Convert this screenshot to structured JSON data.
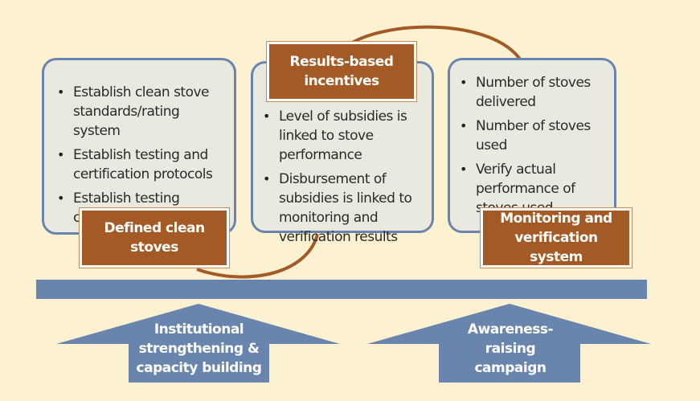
{
  "colors": {
    "background": "#fcf2d2",
    "panel_fill": "#eae9df",
    "panel_border": "#6a85ad",
    "label_fill": "#a45a24",
    "connector": "#a45a24",
    "platform": "#6a85ad",
    "arrow": "#6a85ad"
  },
  "left_panel": {
    "items": [
      "Establish clean stove standards/rating system",
      "Establish testing and certification protocols",
      "Establish testing centers"
    ],
    "label": "Defined clean stoves"
  },
  "center_panel": {
    "label": "Results-based incentives",
    "items": [
      "Level of subsidies is linked to stove performance",
      "Disbursement of subsidies is linked to monitoring and verification results"
    ]
  },
  "right_panel": {
    "items": [
      "Number of stoves delivered",
      "Number of stoves used",
      "Verify actual performance of stoves used"
    ],
    "label": "Monitoring and verification system"
  },
  "arrows": {
    "left": "Institutional strengthening & capacity building",
    "right": "Awareness-raising campaign"
  }
}
